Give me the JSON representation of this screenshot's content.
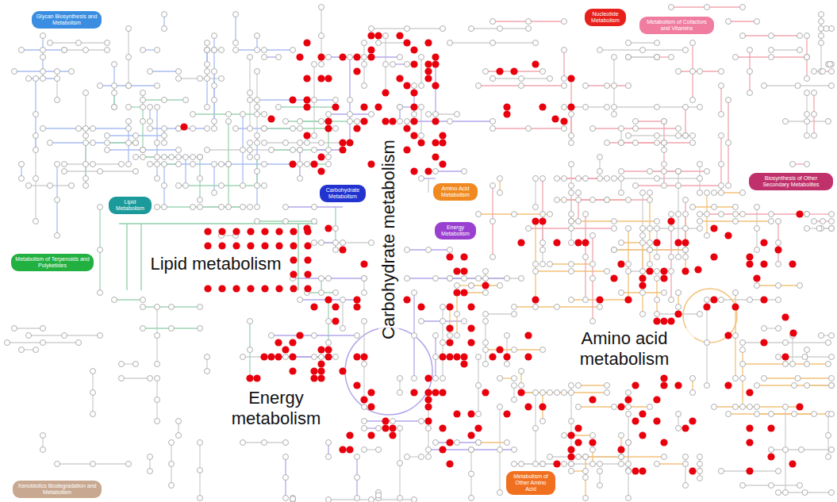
{
  "diagram": {
    "nodes": [
      {
        "text": [
          "Glycan Biosynthesis and Metabolism"
        ]
      },
      {
        "text": [
          "Nucleotide Metabolism"
        ]
      },
      {
        "text": [
          "Metabolism of Cofactors and Vitamins"
        ]
      },
      {
        "text": [
          "Carbohydrate Metabolism"
        ]
      },
      {
        "text": [
          "Lipid Metabolism"
        ]
      },
      {
        "text": [
          "Amino Acid Metabolism"
        ]
      },
      {
        "text": [
          "Energy Metabolism"
        ]
      },
      {
        "text": [
          "Metabolism of Terpenoids and Polyketides"
        ]
      },
      {
        "text": [
          "Biosynthesis of Other Secondary Metabolites"
        ]
      },
      {
        "text": [
          "Xenobiotics Biodegradation and Metabolism"
        ]
      },
      {
        "text": [
          "Metabolism of Other Amino Acid"
        ]
      }
    ],
    "labels": [
      "Lipid metabolism",
      "Carbohydrate metabolism",
      "Energy metabolism",
      "Amino acid metabolism"
    ]
  }
}
